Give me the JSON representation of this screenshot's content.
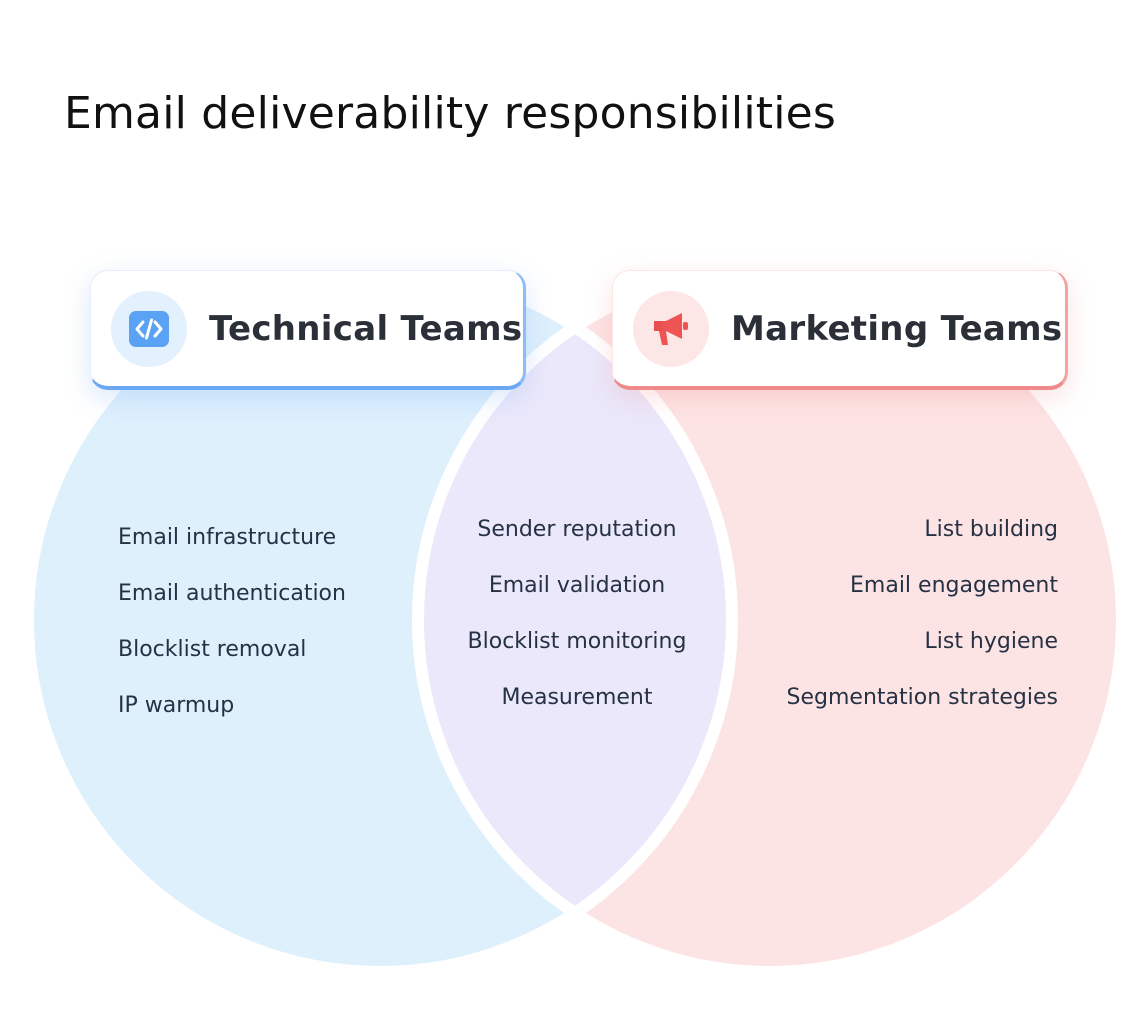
{
  "title": "Email deliverability responsibilities",
  "colors": {
    "technical_fill": "#dff0fd",
    "marketing_fill": "#fde4e4",
    "overlap_fill": "#ebe8fb",
    "technical_accent": "#6aa8f4",
    "marketing_accent": "#f08a8a",
    "text": "#263244"
  },
  "teams": {
    "technical": {
      "label": "Technical Teams",
      "icon": "code-icon",
      "items": [
        "Email infrastructure",
        "Email authentication",
        "Blocklist removal",
        "IP warmup"
      ]
    },
    "shared": {
      "items": [
        "Sender reputation",
        "Email validation",
        "Blocklist monitoring",
        "Measurement"
      ]
    },
    "marketing": {
      "label": "Marketing Teams",
      "icon": "megaphone-icon",
      "items": [
        "List building",
        "Email engagement",
        "List hygiene",
        "Segmentation strategies"
      ]
    }
  }
}
